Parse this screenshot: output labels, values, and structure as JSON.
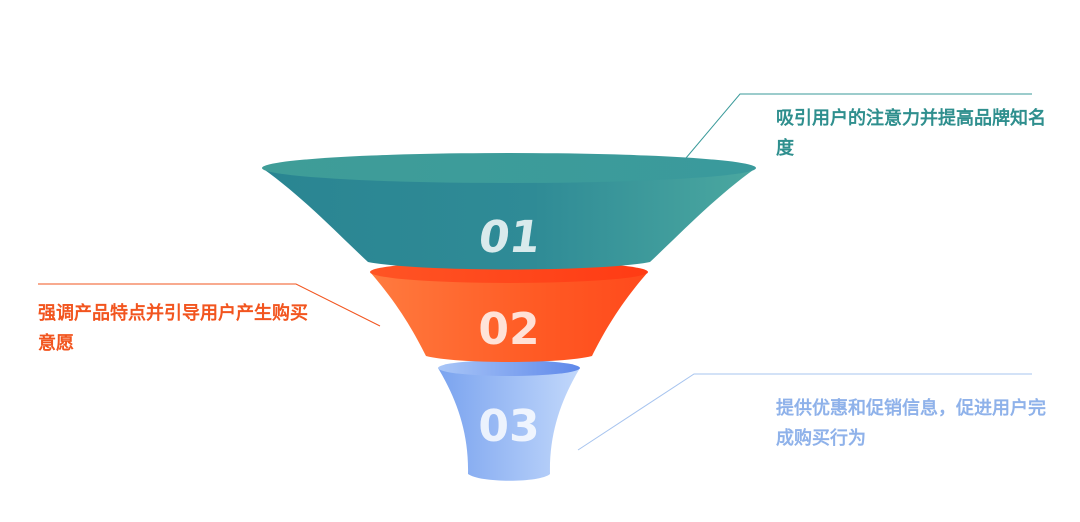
{
  "stages": [
    {
      "number": "01",
      "description": "吸引用户的注意力并提高品牌知名度",
      "color": "#2f8f8e",
      "gradient": [
        "#2a8592",
        "#4ba8a0"
      ]
    },
    {
      "number": "02",
      "description": "强调产品特点并引导用户产生购买意愿",
      "color": "#f2551f",
      "gradient": [
        "#ff7a3d",
        "#ff4a1c"
      ]
    },
    {
      "number": "03",
      "description": "提供优惠和促销信息，促进用户完成购买行为",
      "color": "#8fb2ea",
      "gradient": [
        "#7ea6ee",
        "#bcd4fb"
      ]
    }
  ]
}
